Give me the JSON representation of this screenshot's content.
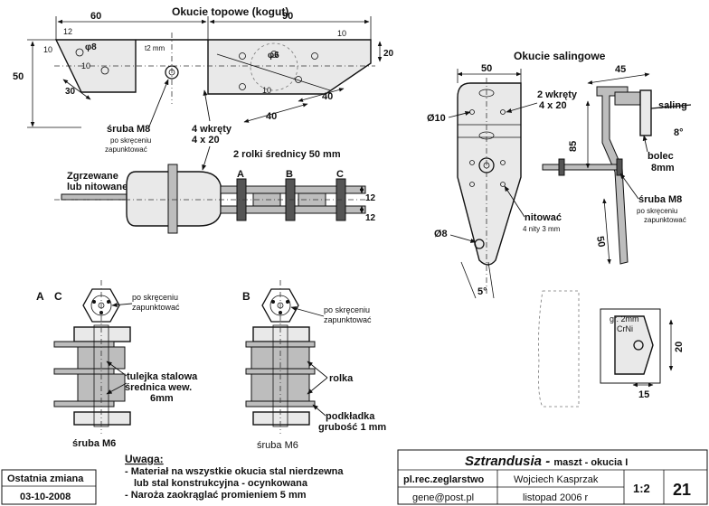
{
  "topping": {
    "title": "Okucie topowe (kogut)",
    "dim_60": "60",
    "dim_90": "90",
    "dim_12": "12",
    "dim_10a": "10",
    "dim_10b": "10",
    "dim_10c": "10",
    "dim_phi8": "φ8",
    "dim_30": "30",
    "dim_50": "50",
    "dim_t2": "t2 mm",
    "dim_phi6": "φ6",
    "dim_10d": "10",
    "dim_40a": "40",
    "dim_40b": "40",
    "dim_20": "20",
    "bolt_label": "śruba M8",
    "bolt_note_1": "po skręceniu",
    "bolt_note_2": "zapunktować",
    "screws_1": "4 wkręty",
    "screws_2": "4 x 20",
    "rollers": "2 rolki średnicy 50 mm",
    "welded_1": "Zgrzewane",
    "welded_2": "lub nitowane",
    "sec_a": "A",
    "sec_b": "B",
    "sec_c": "C",
    "dim_12a": "12",
    "dim_12b": "12"
  },
  "spreader": {
    "title": "Okucie salingowe",
    "dim_50": "50",
    "dim_45": "45",
    "dim_phi10": "Ø10",
    "screws_1": "2 wkręty",
    "screws_2": "4 x 20",
    "dim_85": "85",
    "saling": "saling",
    "dim_8deg": "8°",
    "bolt_1": "bolec",
    "bolt_2": "8mm",
    "bolt_m8": "śruba M8",
    "bolt_note_1": "po skręceniu",
    "bolt_note_2": "zapunktować",
    "rivet_1": "nitować",
    "rivet_2": "4 nity 3 mm",
    "dim_phi8": "Ø8",
    "dim_50b": "50",
    "dim_5deg": "5°"
  },
  "details": {
    "label_a": "A",
    "label_c": "C",
    "label_b": "B",
    "note_ac_1": "po skręceniu",
    "note_ac_2": "zapunktować",
    "note_b_1": "po skręceniu",
    "note_b_2": "zapunktować",
    "sleeve_1": "tulejka stalowa",
    "sleeve_2": "średnica wew.",
    "sleeve_3": "6mm",
    "bolt_ac": "śruba M6",
    "roller": "rolka",
    "washer_1": "podkładka",
    "washer_2": "grubość 1 mm",
    "bolt_b": "śruba M6"
  },
  "bracket": {
    "thickness_1": "gr. 2mm",
    "thickness_2": "CrNi",
    "dim_20": "20",
    "dim_15": "15"
  },
  "notes": {
    "heading": "Uwaga:",
    "line_1": "- Materiał na wszystkie okucia stal nierdzewna",
    "line_2": "lub stal konstrukcyjna - ocynkowana",
    "line_3": "- Naroża zaokrąglać promieniem 5 mm"
  },
  "last_change": {
    "label": "Ostatnia zmiana",
    "date": "03-10-2008"
  },
  "title_block": {
    "project": "Sztrandusia",
    "dash": " - ",
    "subtitle": "maszt - okucia I",
    "site": "pl.rec.zeglarstwo",
    "email": "gene@post.pl",
    "author": "Wojciech Kasprzak",
    "date": "listopad 2006 r",
    "scale": "1:2",
    "sheet": "21"
  }
}
